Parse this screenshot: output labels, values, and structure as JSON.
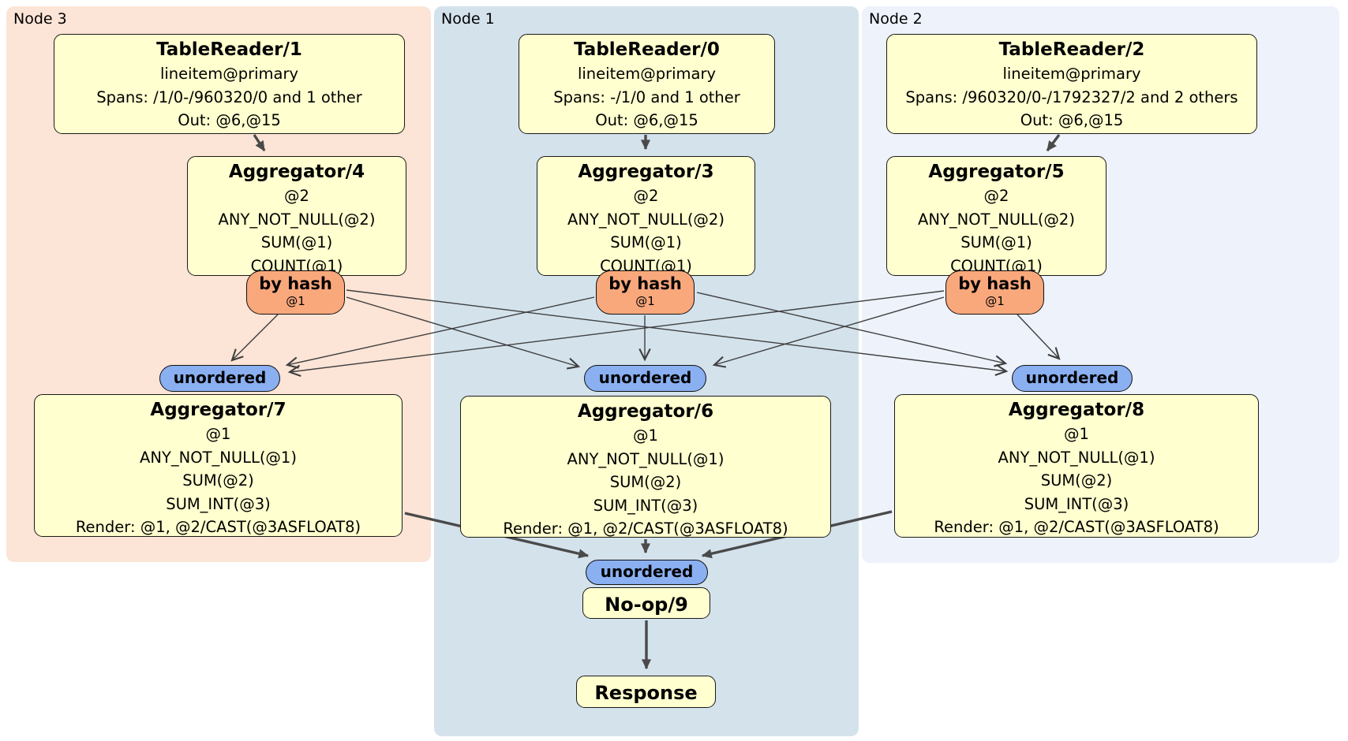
{
  "diagram": {
    "regions": [
      {
        "id": "node3",
        "label": "Node 3"
      },
      {
        "id": "node1",
        "label": "Node 1"
      },
      {
        "id": "node2",
        "label": "Node 2"
      }
    ],
    "colors": {
      "node3_bg": "#fce4d6",
      "node1_bg": "#d4e2ec",
      "node2_bg": "#eef2fb",
      "processor_bg": "#ffffcf",
      "hash_router_bg": "#f9a87c",
      "sync_bg": "#8ab0f2",
      "edge": "#4a4a4a"
    },
    "processors": {
      "tr1": {
        "title": "TableReader/1",
        "lines": [
          "lineitem@primary",
          "Spans: /1/0-/960320/0 and 1 other",
          "Out: @6,@15"
        ]
      },
      "tr0": {
        "title": "TableReader/0",
        "lines": [
          "lineitem@primary",
          "Spans: -/1/0 and 1 other",
          "Out: @6,@15"
        ]
      },
      "tr2": {
        "title": "TableReader/2",
        "lines": [
          "lineitem@primary",
          "Spans: /960320/0-/1792327/2 and 2 others",
          "Out: @6,@15"
        ]
      },
      "agg4": {
        "title": "Aggregator/4",
        "lines": [
          "@2",
          "ANY_NOT_NULL(@2)",
          "SUM(@1)",
          "COUNT(@1)"
        ]
      },
      "agg3": {
        "title": "Aggregator/3",
        "lines": [
          "@2",
          "ANY_NOT_NULL(@2)",
          "SUM(@1)",
          "COUNT(@1)"
        ]
      },
      "agg5": {
        "title": "Aggregator/5",
        "lines": [
          "@2",
          "ANY_NOT_NULL(@2)",
          "SUM(@1)",
          "COUNT(@1)"
        ]
      },
      "agg7": {
        "title": "Aggregator/7",
        "lines": [
          "@1",
          "ANY_NOT_NULL(@1)",
          "SUM(@2)",
          "SUM_INT(@3)",
          "Render: @1, @2/CAST(@3ASFLOAT8)"
        ]
      },
      "agg6": {
        "title": "Aggregator/6",
        "lines": [
          "@1",
          "ANY_NOT_NULL(@1)",
          "SUM(@2)",
          "SUM_INT(@3)",
          "Render: @1, @2/CAST(@3ASFLOAT8)"
        ]
      },
      "agg8": {
        "title": "Aggregator/8",
        "lines": [
          "@1",
          "ANY_NOT_NULL(@1)",
          "SUM(@2)",
          "SUM_INT(@3)",
          "Render: @1, @2/CAST(@3ASFLOAT8)"
        ]
      },
      "noop": {
        "title": "No-op/9"
      },
      "response": {
        "title": "Response"
      }
    },
    "routers": {
      "hash_label": "by hash",
      "hash_sub": "@1",
      "sync_label": "unordered"
    }
  }
}
